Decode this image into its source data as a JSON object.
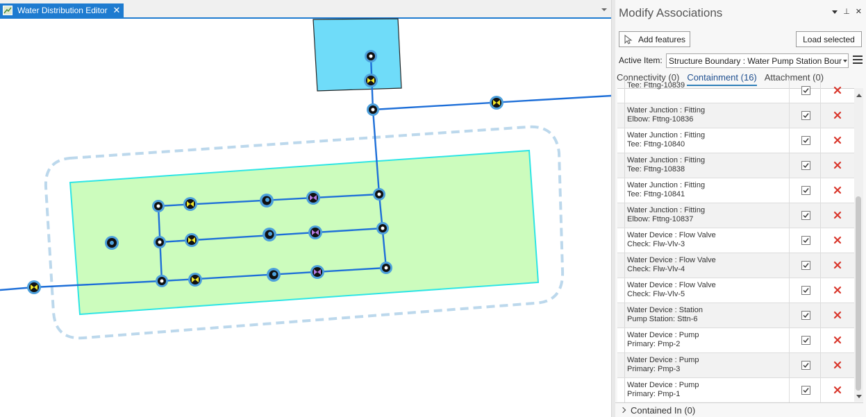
{
  "map": {
    "tab_title": "Water Distribution Editor",
    "tab_close": "✕",
    "colors": {
      "tab_blue": "#1e7bd0",
      "pump_station_fill": "#6fdcf9",
      "structure_fill": "#ccfcbd",
      "structure_outline": "#2ee5e5",
      "pipe": "#1e6fd8",
      "dashed_boundary": "#bcd8ec",
      "junction_ring": "#4da0dc",
      "valve_yellow": "#f3e829",
      "device_purple": "#b57ae0"
    }
  },
  "pane": {
    "title": "Modify Associations",
    "pin_label": "⊥",
    "close_label": "✕",
    "add_features_label": "Add features",
    "load_selected_label": "Load selected",
    "active_item_label": "Active Item:",
    "active_item_value": "Structure Boundary : Water Pump Station Bour",
    "tabs": [
      {
        "label": "Connectivity (0)",
        "active": false
      },
      {
        "label": "Containment (16)",
        "active": true
      },
      {
        "label": "Attachment (0)",
        "active": false
      }
    ],
    "rows": [
      {
        "line1": "",
        "line2": "Tee: Fttng-10839",
        "checked": true
      },
      {
        "line1": "Water Junction : Fitting",
        "line2": "Elbow: Fttng-10836",
        "checked": true
      },
      {
        "line1": "Water Junction : Fitting",
        "line2": "Tee: Fttng-10840",
        "checked": true
      },
      {
        "line1": "Water Junction : Fitting",
        "line2": "Tee: Fttng-10838",
        "checked": true
      },
      {
        "line1": "Water Junction : Fitting",
        "line2": "Tee: Fttng-10841",
        "checked": true
      },
      {
        "line1": "Water Junction : Fitting",
        "line2": "Elbow: Fttng-10837",
        "checked": true
      },
      {
        "line1": "Water Device : Flow Valve",
        "line2": "Check: Flw-Vlv-3",
        "checked": true
      },
      {
        "line1": "Water Device : Flow Valve",
        "line2": "Check: Flw-Vlv-4",
        "checked": true
      },
      {
        "line1": "Water Device : Flow Valve",
        "line2": "Check: Flw-Vlv-5",
        "checked": true
      },
      {
        "line1": "Water Device : Station",
        "line2": "Pump Station: Sttn-6",
        "checked": true
      },
      {
        "line1": "Water Device : Pump",
        "line2": "Primary: Pmp-2",
        "checked": true
      },
      {
        "line1": "Water Device : Pump",
        "line2": "Primary: Pmp-3",
        "checked": true
      },
      {
        "line1": "Water Device : Pump",
        "line2": "Primary: Pmp-1",
        "checked": true
      }
    ],
    "contained_in_label": "Contained In (0)",
    "colors": {
      "delete_red": "#d9362b",
      "active_tab_underline": "#2f7fb8"
    }
  }
}
